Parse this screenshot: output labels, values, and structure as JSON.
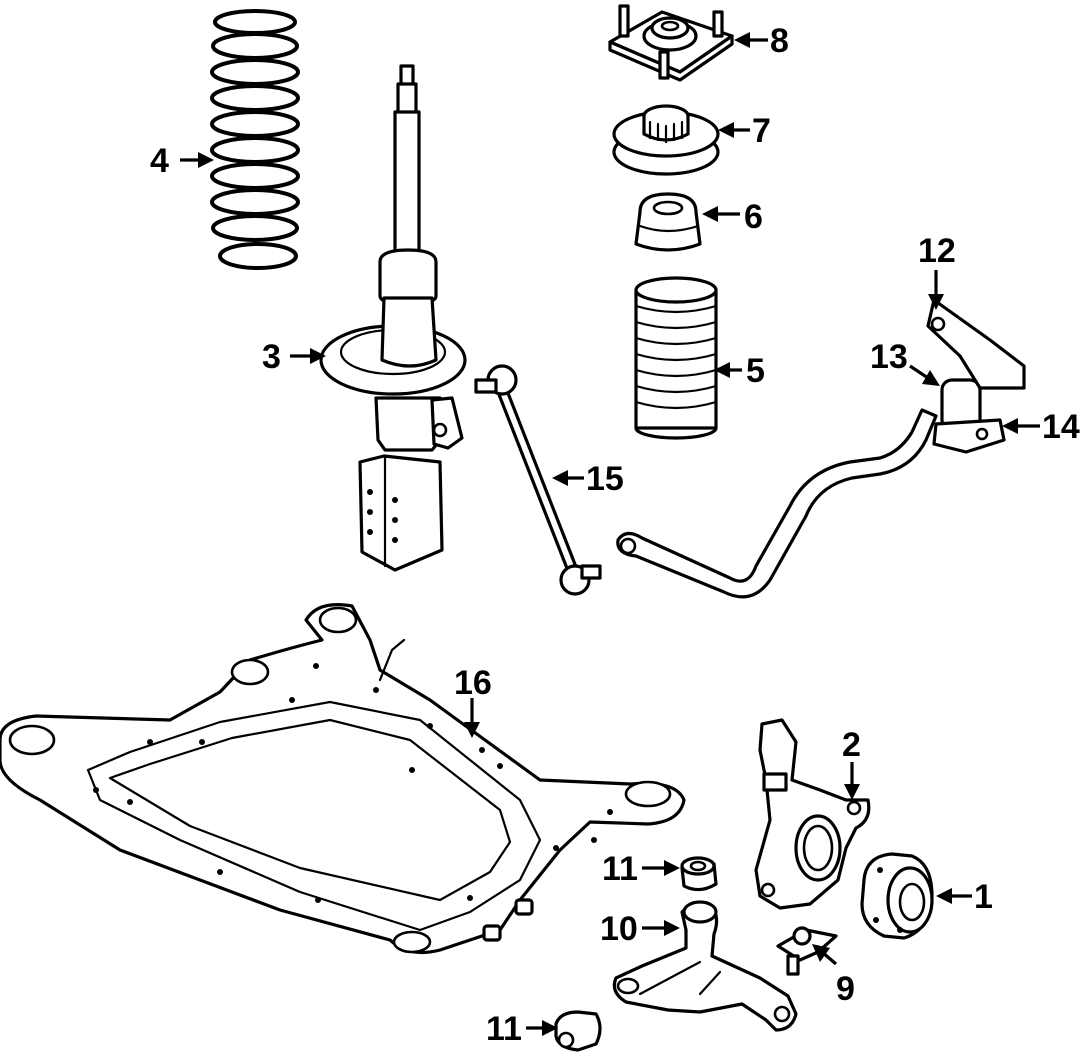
{
  "callouts": {
    "c1": "1",
    "c2": "2",
    "c3": "3",
    "c4": "4",
    "c5": "5",
    "c6": "6",
    "c7": "7",
    "c8": "8",
    "c9": "9",
    "c10": "10",
    "c11a": "11",
    "c11b": "11",
    "c12": "12",
    "c13": "13",
    "c14": "14",
    "c15": "15",
    "c16": "16"
  }
}
